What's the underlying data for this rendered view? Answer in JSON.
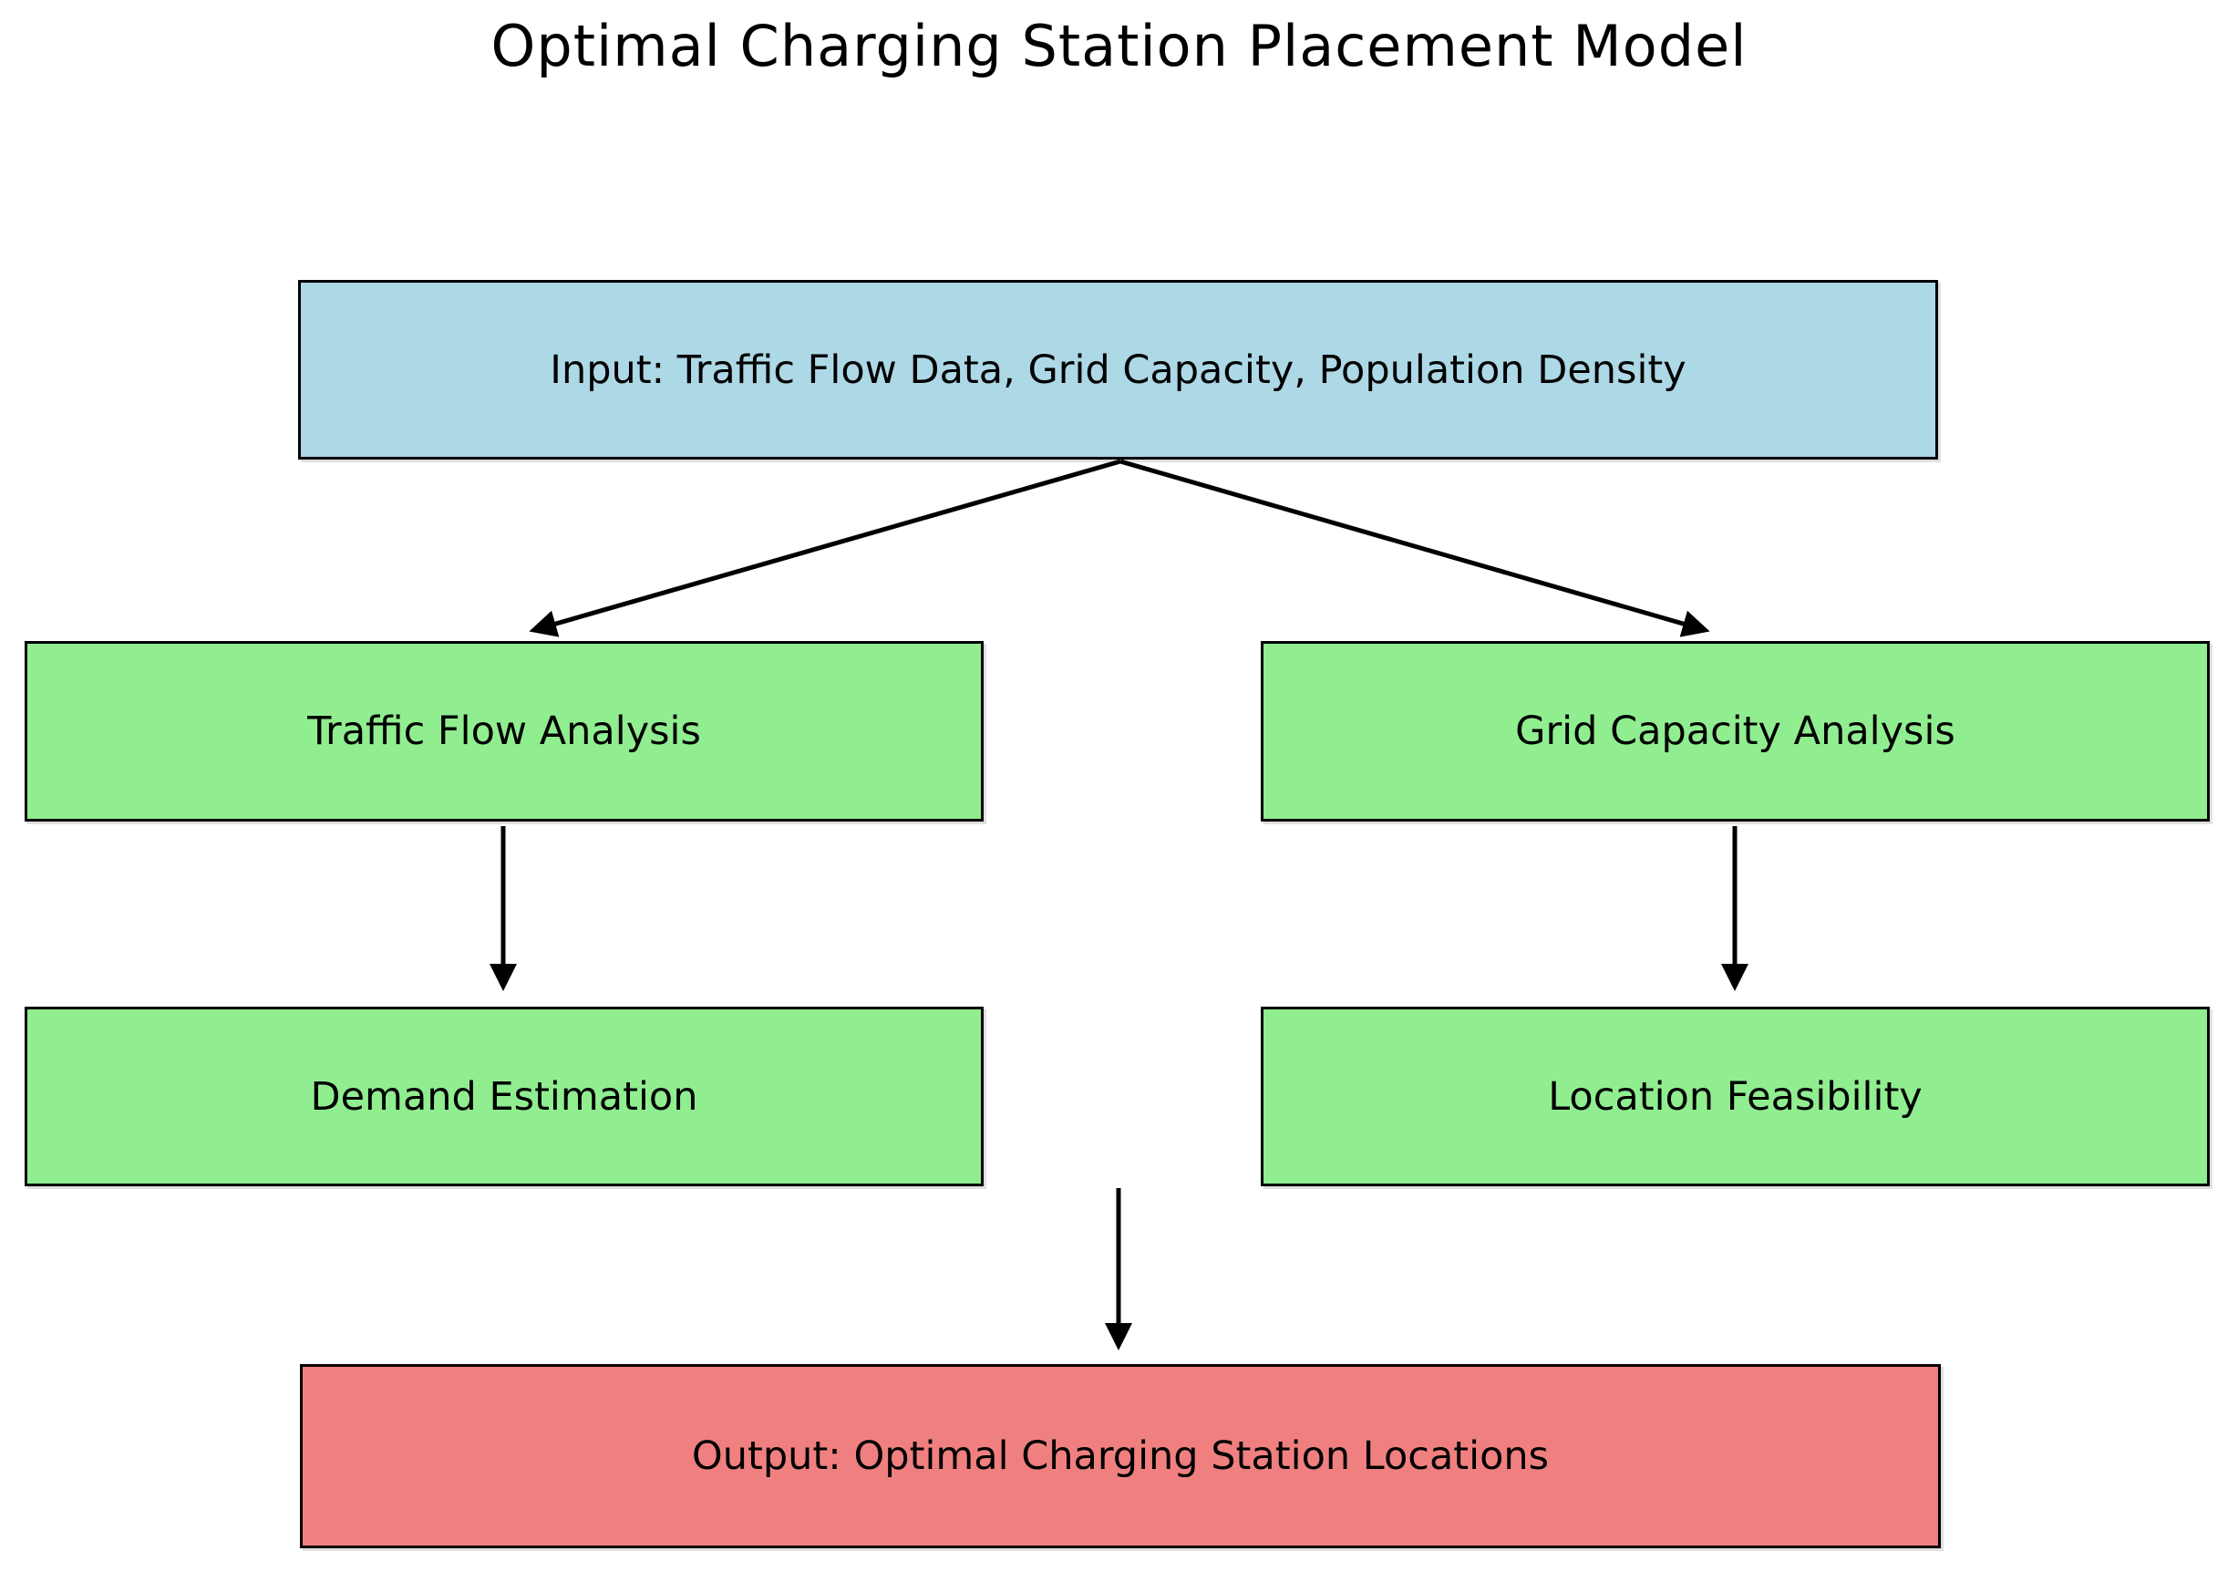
{
  "title": "Optimal Charging Station Placement Model",
  "colors": {
    "background": "#ffffff",
    "input_fill": "#add8e6",
    "process_fill": "#90ee90",
    "output_fill": "#f08080",
    "border": "#000000",
    "arrow": "#000000",
    "text": "#000000"
  },
  "nodes": {
    "input": {
      "label": "Input: Traffic Flow Data, Grid Capacity, Population Density",
      "type": "input"
    },
    "traffic": {
      "label": "Traffic Flow Analysis",
      "type": "process"
    },
    "grid": {
      "label": "Grid Capacity Analysis",
      "type": "process"
    },
    "demand": {
      "label": "Demand Estimation",
      "type": "process"
    },
    "feasibility": {
      "label": "Location Feasibility",
      "type": "process"
    },
    "output": {
      "label": "Output: Optimal Charging Station Locations",
      "type": "output"
    }
  },
  "edges": [
    {
      "from": "input",
      "to": "traffic"
    },
    {
      "from": "input",
      "to": "grid"
    },
    {
      "from": "traffic",
      "to": "demand"
    },
    {
      "from": "grid",
      "to": "feasibility"
    },
    {
      "from": "demand & feasibility (center)",
      "to": "output"
    }
  ]
}
